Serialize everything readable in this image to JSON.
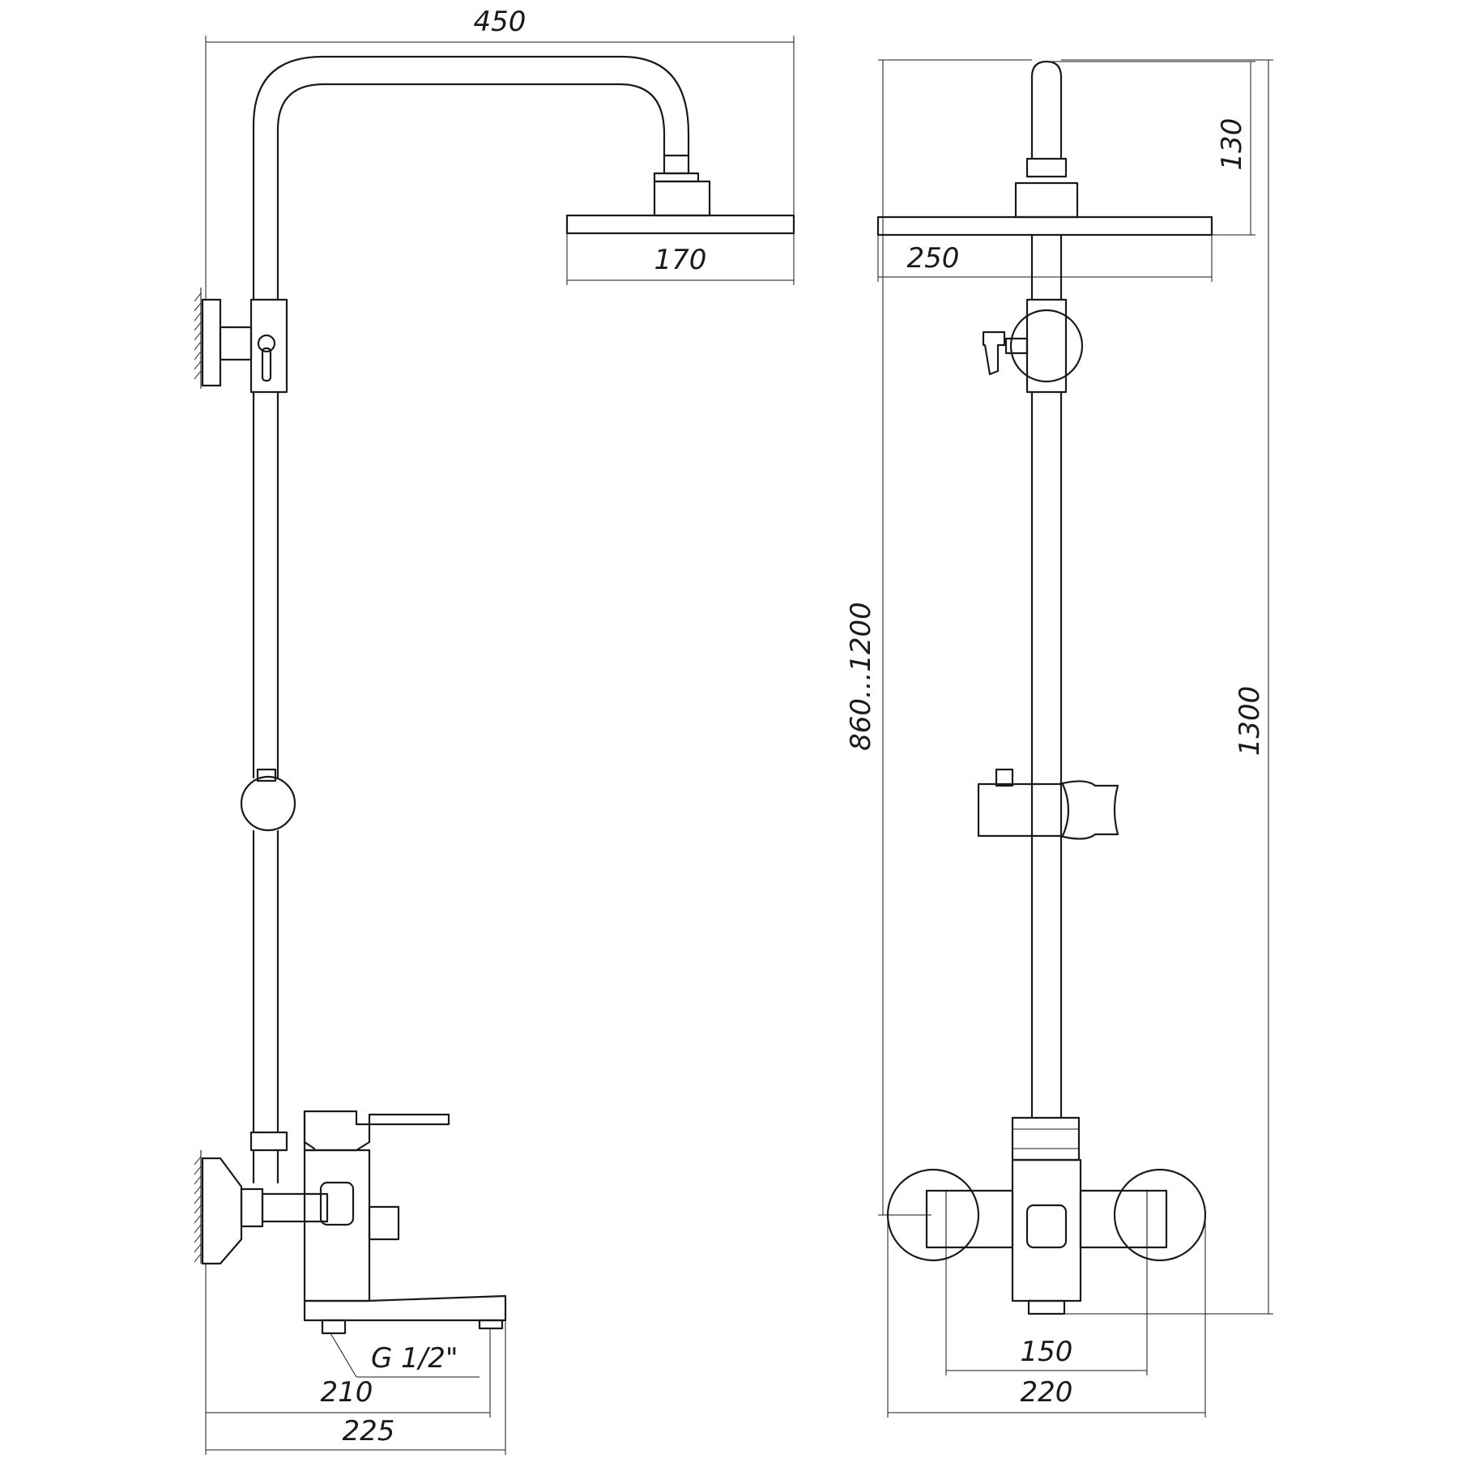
{
  "drawing": {
    "colors": {
      "line": "#1a1a1a",
      "background": "#ffffff"
    },
    "dimensions": {
      "total_width": "450",
      "head_side": "170",
      "head_front": "250",
      "head_height": "130",
      "total_height": "1300",
      "adjustable_height": "860...1200",
      "connection_thread": "G 1/2\"",
      "spout_reach": "210",
      "base_depth": "225",
      "inlet_spacing": "150",
      "base_width": "220"
    },
    "views": [
      "side-view",
      "front-view"
    ]
  }
}
